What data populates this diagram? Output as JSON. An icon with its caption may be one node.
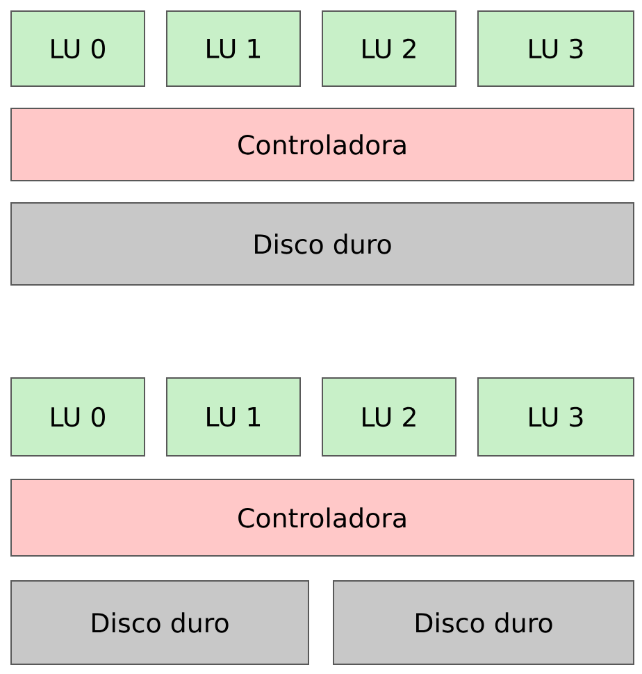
{
  "diagram": {
    "nodes": [
      {
        "text": [
          "LU 0"
        ]
      },
      {
        "text": [
          "LU 1"
        ]
      },
      {
        "text": [
          "LU 2"
        ]
      },
      {
        "text": [
          "LU 3"
        ]
      },
      {
        "text": [
          "Controladora"
        ]
      },
      {
        "text": [
          "Disco duro"
        ]
      },
      {
        "text": [
          "LU 0"
        ]
      },
      {
        "text": [
          "LU 1"
        ]
      },
      {
        "text": [
          "LU 2"
        ]
      },
      {
        "text": [
          "LU 3"
        ]
      },
      {
        "text": [
          "Controladora"
        ]
      },
      {
        "text": [
          "Disco duro"
        ]
      },
      {
        "text": [
          "Disco duro"
        ]
      }
    ]
  }
}
